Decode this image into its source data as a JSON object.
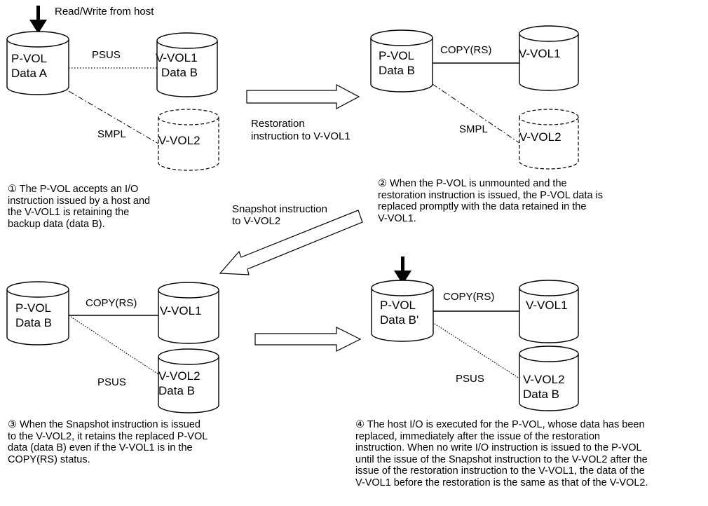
{
  "host_label": "Read/Write from host",
  "volumes": {
    "pvol": "P-VOL",
    "vvol1": "V-VOL1",
    "vvol2": "V-VOL2"
  },
  "data_labels": {
    "data_a": "Data A",
    "data_b": "Data B",
    "data_b_prime": "Data B'"
  },
  "pair_status": {
    "psus": "PSUS",
    "smpl": "SMPL",
    "copy_rs": "COPY(RS)"
  },
  "arrows": {
    "restoration": "Restoration\ninstruction to V-VOL1",
    "snapshot": "Snapshot instruction\nto V-VOL2"
  },
  "captions": {
    "step1": "① The P-VOL accepts an I/O\ninstruction issued by a host and\nthe V-VOL1 is retaining the\nbackup data (data B).",
    "step2": "② When the P-VOL is unmounted and the\nrestoration instruction is issued, the P-VOL data is\nreplaced promptly with the data retained in the\nV-VOL1.",
    "step3": "③ When the Snapshot instruction is issued\nto the V-VOL2, it retains the replaced P-VOL\ndata (data B) even if the V-VOL1 is in the\nCOPY(RS) status.",
    "step4": "④ The host I/O is executed for the P-VOL, whose data has been\nreplaced, immediately after the issue of the restoration\ninstruction. When no write I/O instruction is issued to the P-VOL\nuntil the issue of the Snapshot instruction to the V-VOL2 after the\nissue of the restoration instruction to the V-VOL1, the data of the\nV-VOL1 before the restoration is the same as that of the V-VOL2."
  }
}
